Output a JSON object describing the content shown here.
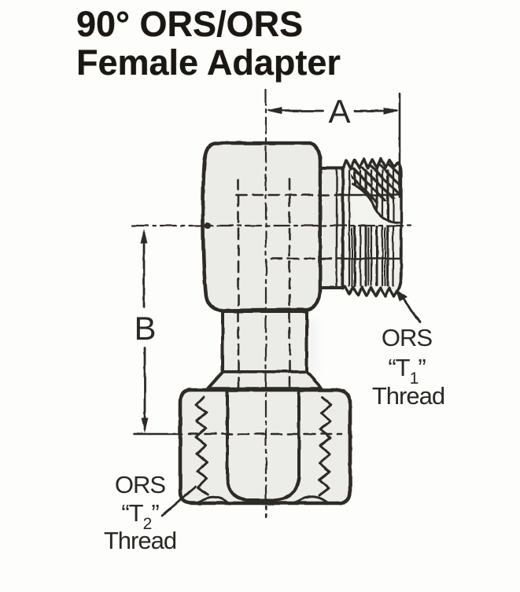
{
  "title": {
    "line1": "90° ORS/ORS",
    "line2": "Female Adapter"
  },
  "dimensions": {
    "a": "A",
    "b": "B"
  },
  "thread_labels": {
    "t1": {
      "name": "ORS",
      "designator_prefix": "“T",
      "designator_sub": "1",
      "designator_suffix": "”",
      "word": "Thread"
    },
    "t2": {
      "name": "ORS",
      "designator_prefix": "“T",
      "designator_sub": "2",
      "designator_suffix": "”",
      "word": "Thread"
    }
  },
  "colors": {
    "ink": "#2e2b27",
    "metal_fill": "#ebebe7",
    "paper": "#fdfdfc"
  }
}
